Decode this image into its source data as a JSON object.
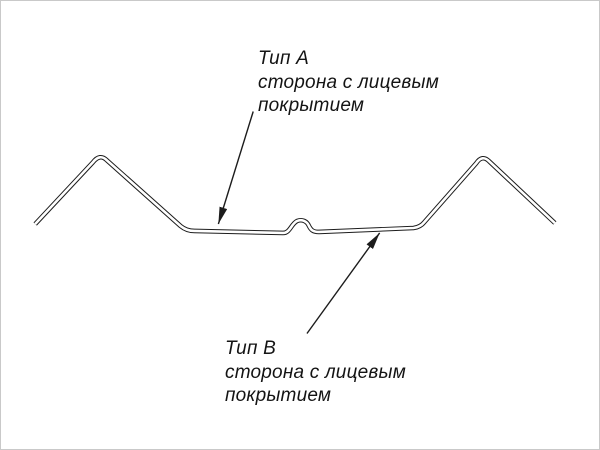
{
  "diagram": {
    "labels": {
      "top": {
        "title": "Тип А",
        "desc_line1": "сторона с лицевым",
        "desc_line2": "покрытием"
      },
      "bottom": {
        "title": "Тип В",
        "desc_line1": "сторона с лицевым",
        "desc_line2": "покрытием"
      }
    },
    "colors": {
      "line": "#1c1c1c",
      "background": "#ffffff"
    }
  }
}
